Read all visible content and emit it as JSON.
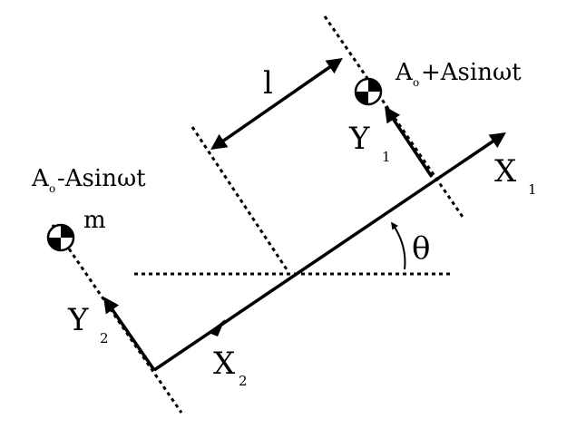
{
  "labels": {
    "length": "l",
    "mass": "m",
    "theta": "θ",
    "x1_main": "X",
    "x1_sub": "1",
    "x2_main": "X",
    "x2_sub": "2",
    "y1_main": "Y",
    "y1_sub": "1",
    "y2_main": "Y",
    "y2_sub": "2",
    "top_expr_a": "A",
    "top_expr_sub": "o",
    "top_expr_rest": "+Asinωt",
    "left_expr_a": "A",
    "left_expr_sub": "o",
    "left_expr_rest": "-Asinωt"
  },
  "colors": {
    "ink": "#000000",
    "background": "#ffffff"
  },
  "icons": {
    "mass_symbol": "center-of-mass-icon"
  }
}
